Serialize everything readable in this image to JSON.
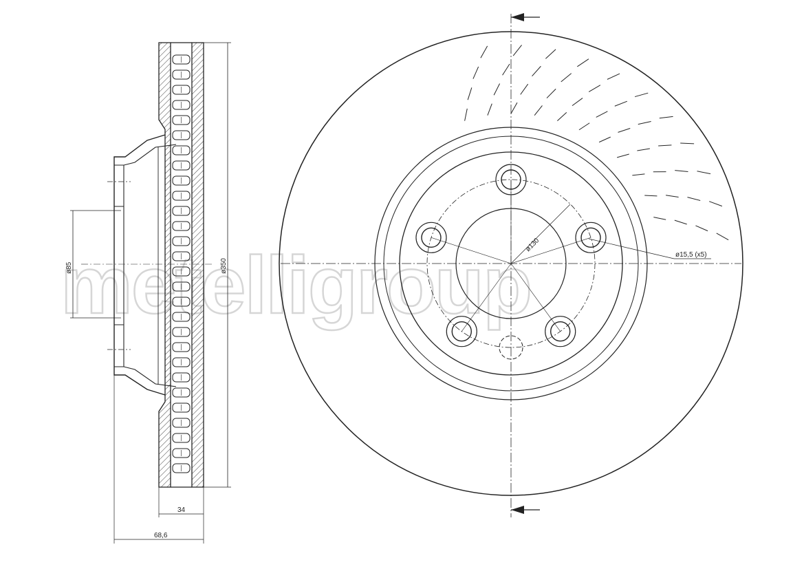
{
  "watermark": {
    "text": "metelligroup",
    "color": "#d6d6d6"
  },
  "dimensions": {
    "diameter_85": "ø85",
    "diameter_350": "ø350",
    "thickness_34": "34",
    "height_68_6": "68,6",
    "bolt_circle_130": "ø130",
    "bolt_holes": "ø15,5 (x5)"
  },
  "colors": {
    "line": "#222222",
    "background": "#ffffff"
  }
}
